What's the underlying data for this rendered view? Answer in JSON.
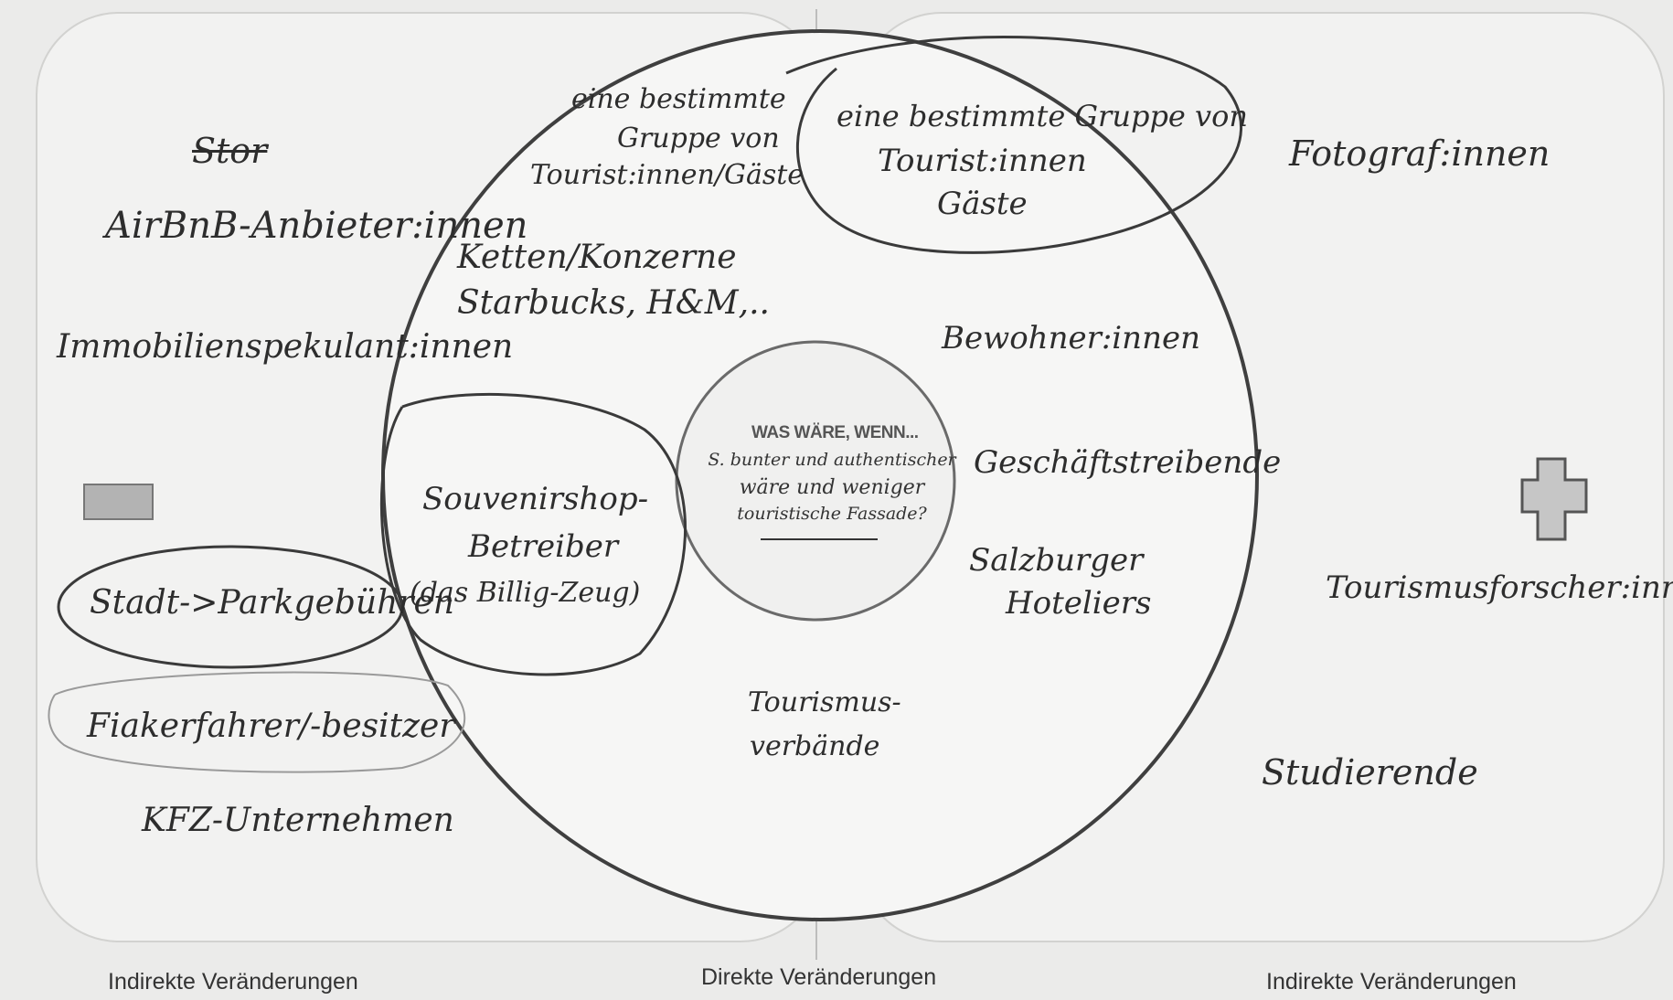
{
  "center": {
    "title": "WAS WÄRE, WENN...",
    "question_line1": "S. bunter und authentischer",
    "question_line2": "wäre und weniger",
    "question_line3": "touristische Fassade?"
  },
  "left_items": [
    "Stor",
    "AirBnB-Anbieter:innen",
    "Immobilienspekulant:innen",
    "Stadt->Parkgebühren",
    "Fiakerfahrer/-besitzer",
    "KFZ-Unternehmen"
  ],
  "inner_items": [
    "eine bestimmte",
    "Gruppe von",
    "Tourist:innen/Gäste",
    "Ketten/Konzerne",
    "Starbucks, H&M,..",
    "Souvenirshop-",
    "Betreiber",
    "(das Billig-Zeug)",
    "Tourismus-",
    "verbände",
    "Bewohner:innen",
    "Geschäftstreibende",
    "Salzburger",
    "Hoteliers"
  ],
  "overlap_items": [
    "eine bestimmte Gruppe von",
    "Tourist:innen",
    "Gäste"
  ],
  "right_items": [
    "Fotograf:innen",
    "Tourismusforscher:innen",
    "Studierende"
  ],
  "footer": {
    "left": "Indirekte Veränderungen",
    "center": "Direkte Veränderungen",
    "right": "Indirekte Veränderungen"
  },
  "colors": {
    "background": "#ebebea",
    "panel": "#f2f2f1",
    "ink": "#2d2d2d",
    "outline": "#555555"
  }
}
